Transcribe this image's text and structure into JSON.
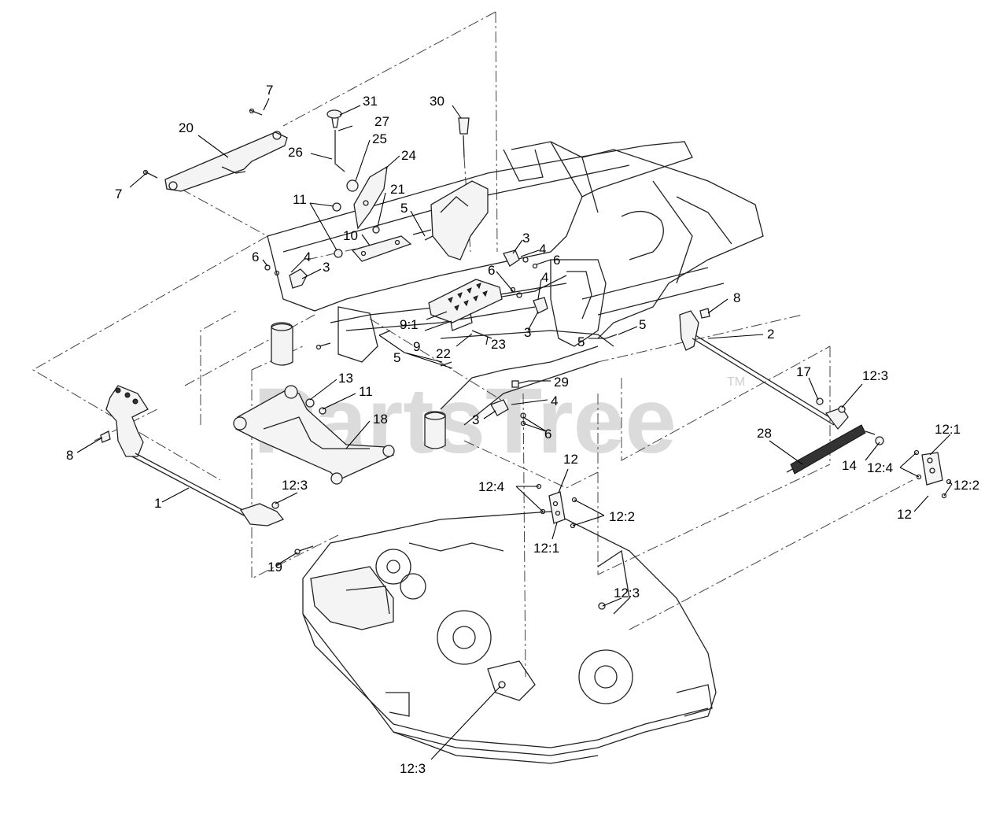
{
  "watermark": {
    "text": "PartsTree",
    "mark": "TM"
  },
  "labels": [
    "7",
    "31",
    "30",
    "27",
    "20",
    "25",
    "26",
    "24",
    "7",
    "21",
    "11",
    "5",
    "10",
    "6",
    "4",
    "3",
    "3",
    "4",
    "6",
    "6",
    "4",
    "8",
    "9:1",
    "9",
    "22",
    "23",
    "3",
    "5",
    "5",
    "2",
    "5",
    "13",
    "11",
    "29",
    "17",
    "12:3",
    "18",
    "4",
    "3",
    "6",
    "28",
    "12:1",
    "8",
    "12",
    "14",
    "12:4",
    "12:2",
    "12:4",
    "1",
    "12:3",
    "12:2",
    "12",
    "12:1",
    "19",
    "12:3",
    "12:3"
  ]
}
